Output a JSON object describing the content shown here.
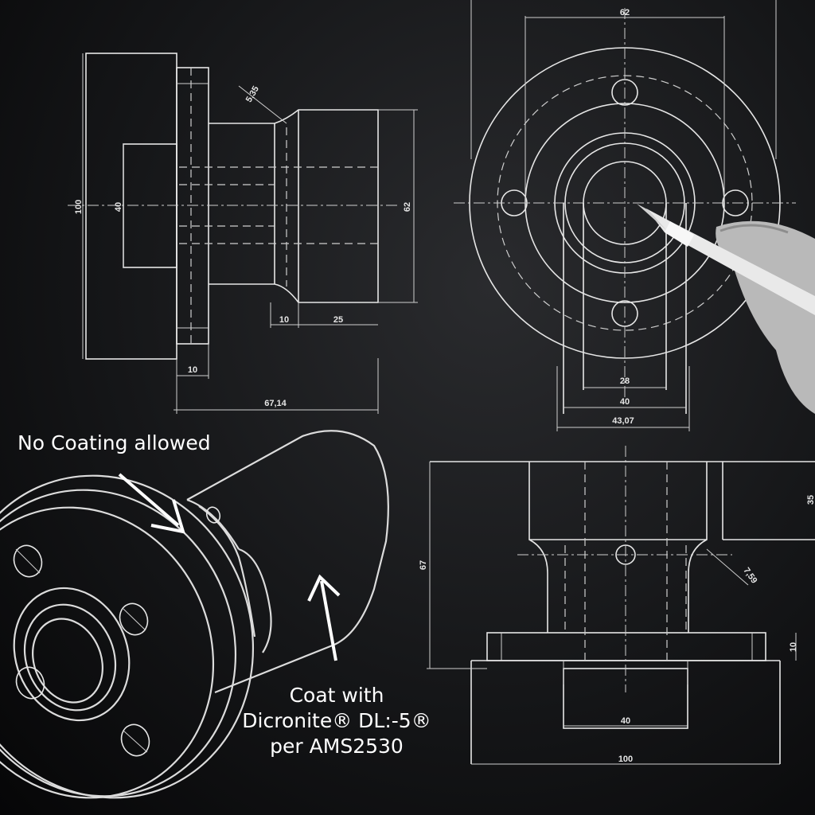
{
  "annotations": {
    "no_coating": "No Coating allowed",
    "coat_line1": "Coat with",
    "coat_line2": "Dicronite® DL:-5®",
    "coat_line3": "per AMS2530"
  },
  "dimensions": {
    "d_100_side": "100",
    "d_40_side": "40",
    "d_62_side": "62",
    "d_5_35": "5,35",
    "d_10_a": "10",
    "d_25": "25",
    "d_10_b": "10",
    "d_67_14": "67,14",
    "d_62_top": "62",
    "d_28": "28",
    "d_40_mid": "40",
    "d_43_07": "43,07",
    "d_67": "67",
    "d_7_59": "7,59",
    "d_10_c": "10",
    "d_40_bottom": "40",
    "d_100_bottom": "100",
    "d_35": "35"
  },
  "colors": {
    "background": "#151618",
    "lines": "#e6e6e6",
    "text": "#ffffff"
  }
}
